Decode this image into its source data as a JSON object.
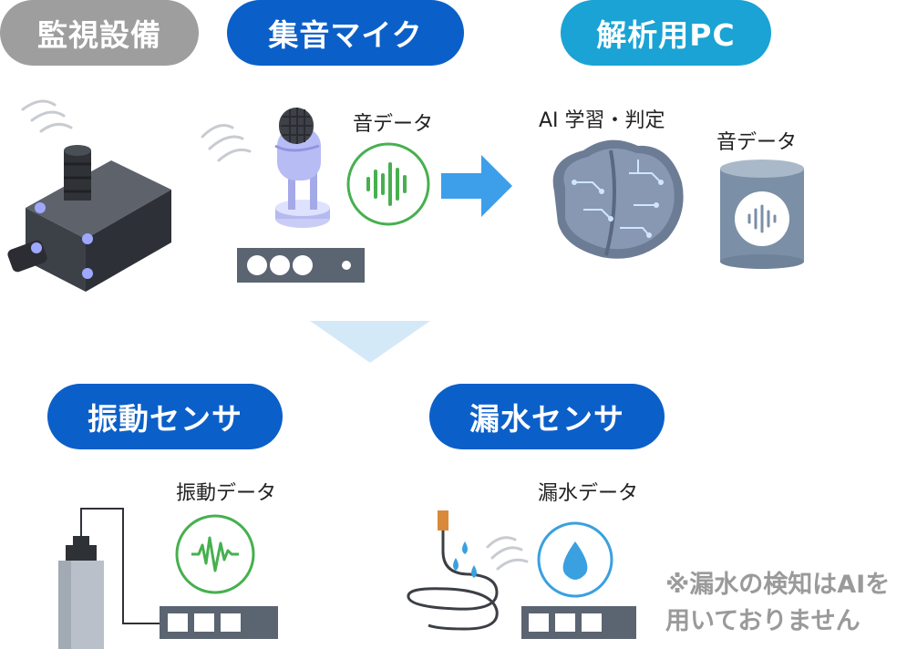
{
  "headers": {
    "monitor": "監視設備",
    "mic": "集音マイク",
    "pc": "解析用PC",
    "vibration": "振動センサ",
    "leak": "漏水センサ"
  },
  "labels": {
    "sound_data": "音データ",
    "ai": "AI 学習・判定",
    "sound_data_db": "音データ",
    "vibration_data": "振動データ",
    "leak_data": "漏水データ"
  },
  "note": {
    "line1": "※漏水の検知はAIを",
    "line2": "用いておりません"
  },
  "colors": {
    "pill_gray": "#9e9e9e",
    "pill_blue": "#0b5fc9",
    "pill_cyan": "#1aa3d4",
    "green": "#46b04f",
    "water": "#3aa0e0",
    "arrow": "#3d9eea",
    "device": "#5b6471"
  }
}
